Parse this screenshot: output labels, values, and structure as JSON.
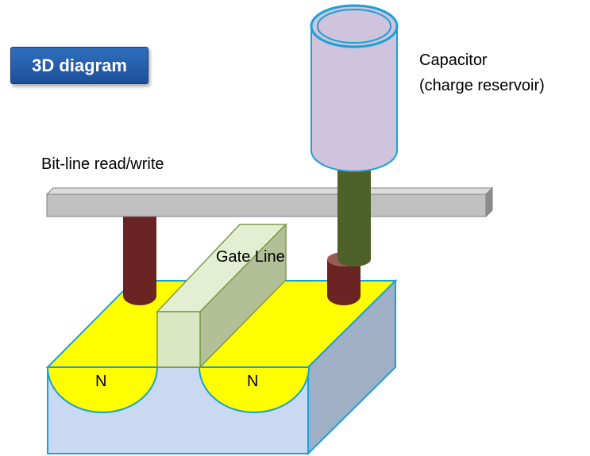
{
  "title_badge": "3D diagram",
  "labels": {
    "capacitor_line1": "Capacitor",
    "capacitor_line2": "(charge reservoir)",
    "bit_line": "Bit-line read/write",
    "gate_line": "Gate Line",
    "n_left": "N",
    "n_right": "N"
  },
  "colors": {
    "substrate_front": "#c9d9f2",
    "substrate_side": "#9fb0c6",
    "diffusion_top": "#ffff00",
    "outline": "#1aa0d8",
    "bitline": "#c0c0c0",
    "contact": "#6b2424",
    "capacitor_body": "#cfc3dd",
    "capacitor_stem": "#4e6128",
    "gate": "#d9e6c2"
  }
}
